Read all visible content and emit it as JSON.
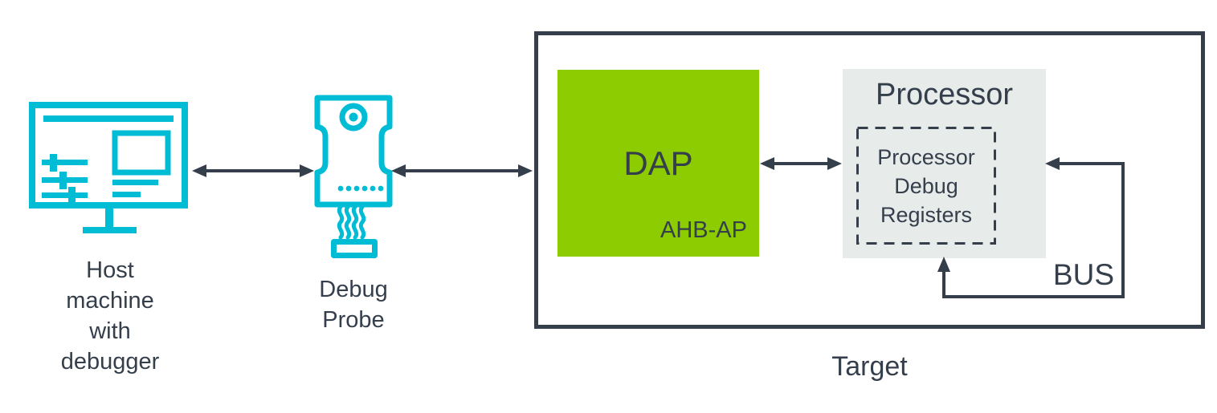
{
  "host": {
    "icon": "host-machine-monitor-icon",
    "label_lines": [
      "Host",
      "machine",
      "with",
      "debugger"
    ]
  },
  "probe": {
    "icon": "debug-probe-icon",
    "label_lines": [
      "Debug",
      "Probe"
    ]
  },
  "target": {
    "label": "Target",
    "dap": {
      "label": "DAP",
      "sublabel": "AHB-AP"
    },
    "processor": {
      "title": "Processor",
      "registers_lines": [
        "Processor",
        "Debug",
        "Registers"
      ]
    },
    "bus_label": "BUS"
  },
  "colors": {
    "cyan": "#00BCD4",
    "green": "#8CCC00",
    "dark_slate": "#353F4C",
    "processor_gray": "#E7ECEB"
  }
}
